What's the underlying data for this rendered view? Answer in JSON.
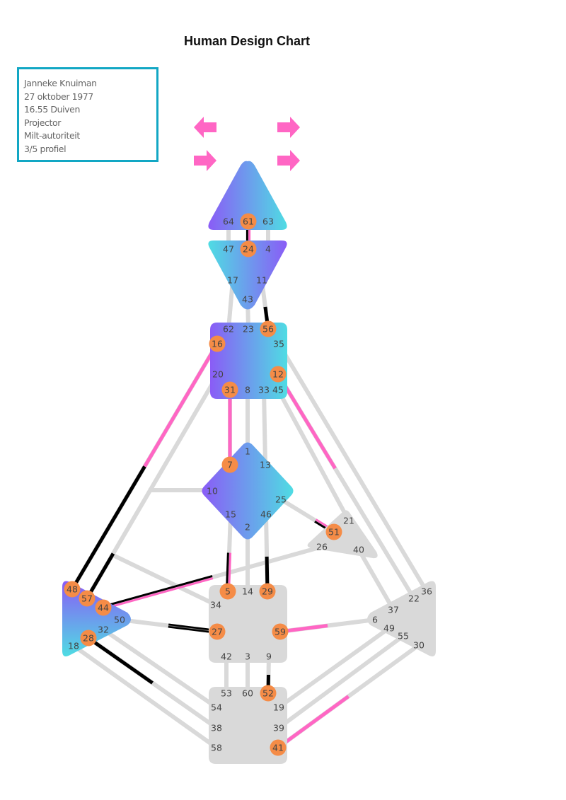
{
  "title": "Human Design Chart",
  "info": [
    "Janneke Knuiman",
    "27 oktober 1977",
    "16.55 Duiven",
    "Projector",
    "Milt-autoriteit",
    "3/5 profiel"
  ],
  "colors": {
    "defined_a": "#8a5cf6",
    "defined_b": "#4fdce3",
    "undefined": "#d9d9d9",
    "active_gate": "#f58c47",
    "personality": "#000000",
    "design": "#ff66c4",
    "frame": "#12a7c4"
  },
  "arrows": [
    {
      "direction": "left"
    },
    {
      "direction": "right"
    },
    {
      "direction": "right"
    },
    {
      "direction": "right"
    }
  ],
  "gates": [
    {
      "n": "64",
      "active": false
    },
    {
      "n": "61",
      "active": true
    },
    {
      "n": "63",
      "active": false
    },
    {
      "n": "47",
      "active": false
    },
    {
      "n": "24",
      "active": true
    },
    {
      "n": "4",
      "active": false
    },
    {
      "n": "17",
      "active": false
    },
    {
      "n": "11",
      "active": false
    },
    {
      "n": "43",
      "active": false
    },
    {
      "n": "62",
      "active": false
    },
    {
      "n": "23",
      "active": false
    },
    {
      "n": "56",
      "active": true
    },
    {
      "n": "16",
      "active": true
    },
    {
      "n": "35",
      "active": false
    },
    {
      "n": "20",
      "active": false
    },
    {
      "n": "12",
      "active": true
    },
    {
      "n": "31",
      "active": true
    },
    {
      "n": "8",
      "active": false
    },
    {
      "n": "33",
      "active": false
    },
    {
      "n": "45",
      "active": false
    },
    {
      "n": "1",
      "active": false
    },
    {
      "n": "7",
      "active": true
    },
    {
      "n": "13",
      "active": false
    },
    {
      "n": "10",
      "active": false
    },
    {
      "n": "25",
      "active": false
    },
    {
      "n": "15",
      "active": false
    },
    {
      "n": "46",
      "active": false
    },
    {
      "n": "2",
      "active": false
    },
    {
      "n": "21",
      "active": false
    },
    {
      "n": "51",
      "active": true
    },
    {
      "n": "26",
      "active": false
    },
    {
      "n": "40",
      "active": false
    },
    {
      "n": "5",
      "active": true
    },
    {
      "n": "14",
      "active": false
    },
    {
      "n": "29",
      "active": true
    },
    {
      "n": "34",
      "active": false
    },
    {
      "n": "27",
      "active": true
    },
    {
      "n": "59",
      "active": true
    },
    {
      "n": "42",
      "active": false
    },
    {
      "n": "3",
      "active": false
    },
    {
      "n": "9",
      "active": false
    },
    {
      "n": "53",
      "active": false
    },
    {
      "n": "60",
      "active": false
    },
    {
      "n": "52",
      "active": true
    },
    {
      "n": "54",
      "active": false
    },
    {
      "n": "19",
      "active": false
    },
    {
      "n": "38",
      "active": false
    },
    {
      "n": "39",
      "active": false
    },
    {
      "n": "58",
      "active": false
    },
    {
      "n": "41",
      "active": true
    },
    {
      "n": "48",
      "active": true
    },
    {
      "n": "57",
      "active": true
    },
    {
      "n": "44",
      "active": true
    },
    {
      "n": "50",
      "active": false
    },
    {
      "n": "32",
      "active": false
    },
    {
      "n": "28",
      "active": true
    },
    {
      "n": "18",
      "active": false
    },
    {
      "n": "36",
      "active": false
    },
    {
      "n": "22",
      "active": false
    },
    {
      "n": "37",
      "active": false
    },
    {
      "n": "6",
      "active": false
    },
    {
      "n": "49",
      "active": false
    },
    {
      "n": "55",
      "active": false
    },
    {
      "n": "30",
      "active": false
    }
  ],
  "centers": [
    {
      "name": "head",
      "defined": true
    },
    {
      "name": "ajna",
      "defined": true
    },
    {
      "name": "throat",
      "defined": true
    },
    {
      "name": "g",
      "defined": true
    },
    {
      "name": "ego",
      "defined": false
    },
    {
      "name": "sacral",
      "defined": false
    },
    {
      "name": "root",
      "defined": false
    },
    {
      "name": "spleen",
      "defined": true
    },
    {
      "name": "solar-plexus",
      "defined": false
    }
  ]
}
